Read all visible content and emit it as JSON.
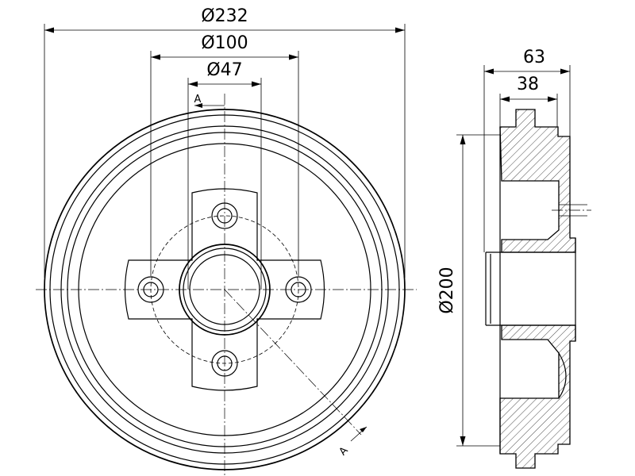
{
  "dimensions": {
    "outer_diameter": "Ø232",
    "bolt_circle_diameter": "Ø100",
    "center_bore_diameter": "Ø47",
    "overall_height": "63",
    "hub_height": "38",
    "drum_inner_diameter": "Ø200"
  },
  "section_marks": {
    "top": "A",
    "bottom": "A"
  }
}
